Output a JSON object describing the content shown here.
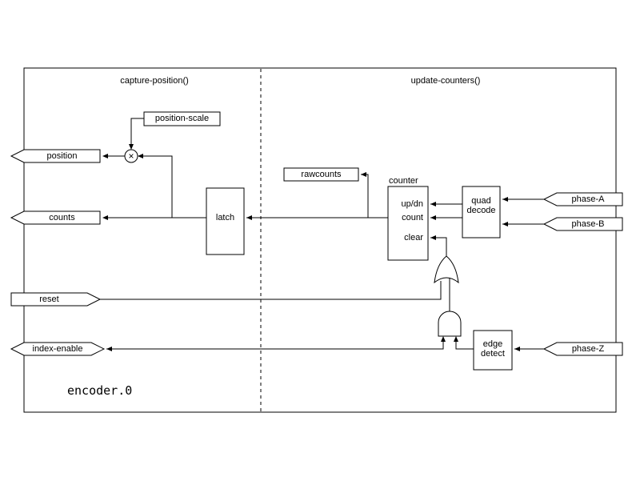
{
  "diagram": {
    "instance_label": "encoder.0",
    "left_section_label": "capture-position()",
    "right_section_label": "update-counters()",
    "blocks": {
      "position_scale": "position-scale",
      "rawcounts": "rawcounts",
      "latch": "latch",
      "counter": "counter",
      "quad_decode": [
        "quad",
        "decode"
      ],
      "edge_detect": [
        "edge",
        "detect"
      ],
      "multiply_symbol": "×"
    },
    "counter_inputs": [
      "up/dn",
      "count",
      "clear"
    ],
    "pins": {
      "position": "position",
      "counts": "counts",
      "reset": "reset",
      "index_enable": "index-enable",
      "phase_a": "phase-A",
      "phase_b": "phase-B",
      "phase_z": "phase-Z"
    },
    "colors": {
      "line": "#000000",
      "background": "#ffffff"
    }
  }
}
